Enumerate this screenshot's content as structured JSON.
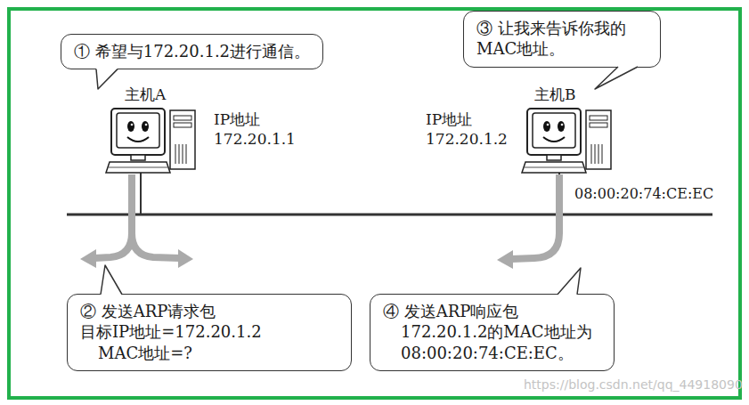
{
  "diagram": {
    "nodes": [
      {
        "text": [
          "① 希望与172.20.1.2进行通信。"
        ]
      },
      {
        "text": [
          "③ 让我来告诉你我的 MAC地址。"
        ]
      },
      {
        "text": [
          "② 发送ARP请求包",
          "目标IP地址=172.20.1.2",
          "MAC地址=?"
        ]
      },
      {
        "text": [
          "④ 发送ARP响应包",
          "172.20.1.2的MAC地址为 08:00:20:74:CE:EC。"
        ]
      }
    ],
    "labels": [
      "主机A",
      "IP地址",
      "172.20.1.1",
      "IP地址",
      "172.20.1.2",
      "主机B",
      "08:00:20:74:CE:EC",
      "https://blog.csdn.net/qq_44918090"
    ]
  }
}
